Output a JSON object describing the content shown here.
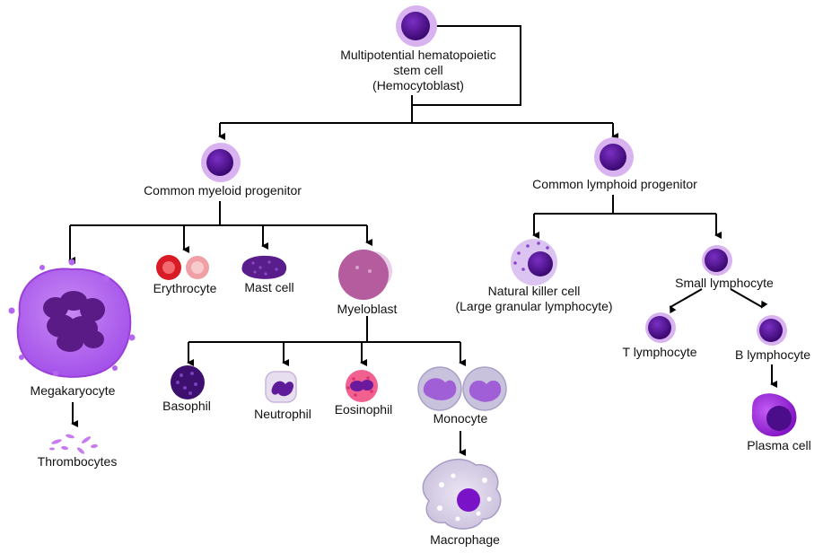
{
  "title": "",
  "nodes": {
    "stem": {
      "line1": "Multipotential hematopoietic",
      "line2": "stem cell",
      "line3": "(Hemocytoblast)"
    },
    "myeloid_progenitor": "Common myeloid progenitor",
    "lymphoid_progenitor": "Common lymphoid progenitor",
    "megakaryocyte": "Megakaryocyte",
    "thrombocytes": "Thrombocytes",
    "erythrocyte": "Erythrocyte",
    "mast_cell": "Mast cell",
    "myeloblast": "Myeloblast",
    "basophil": "Basophil",
    "neutrophil": "Neutrophil",
    "eosinophil": "Eosinophil",
    "monocyte": "Monocyte",
    "macrophage": "Macrophage",
    "natural_killer": {
      "line1": "Natural killer cell",
      "line2": "(Large granular lymphocyte)"
    },
    "small_lymphocyte": "Small lymphocyte",
    "t_lymphocyte": "T lymphocyte",
    "b_lymphocyte": "B lymphocyte",
    "plasma_cell": "Plasma cell"
  },
  "colors": {
    "stem_cell_outer": "#d9b3f0",
    "stem_cell_nucleus": "#4b0d8a",
    "megakaryocyte_body": "#b566f0",
    "erythrocyte_red": "#e0202a",
    "myeloblast_body": "#b15c9e",
    "monocyte_body": "#c9c2dd",
    "plasma_cell_body": "#a020e0",
    "line": "#000000"
  }
}
